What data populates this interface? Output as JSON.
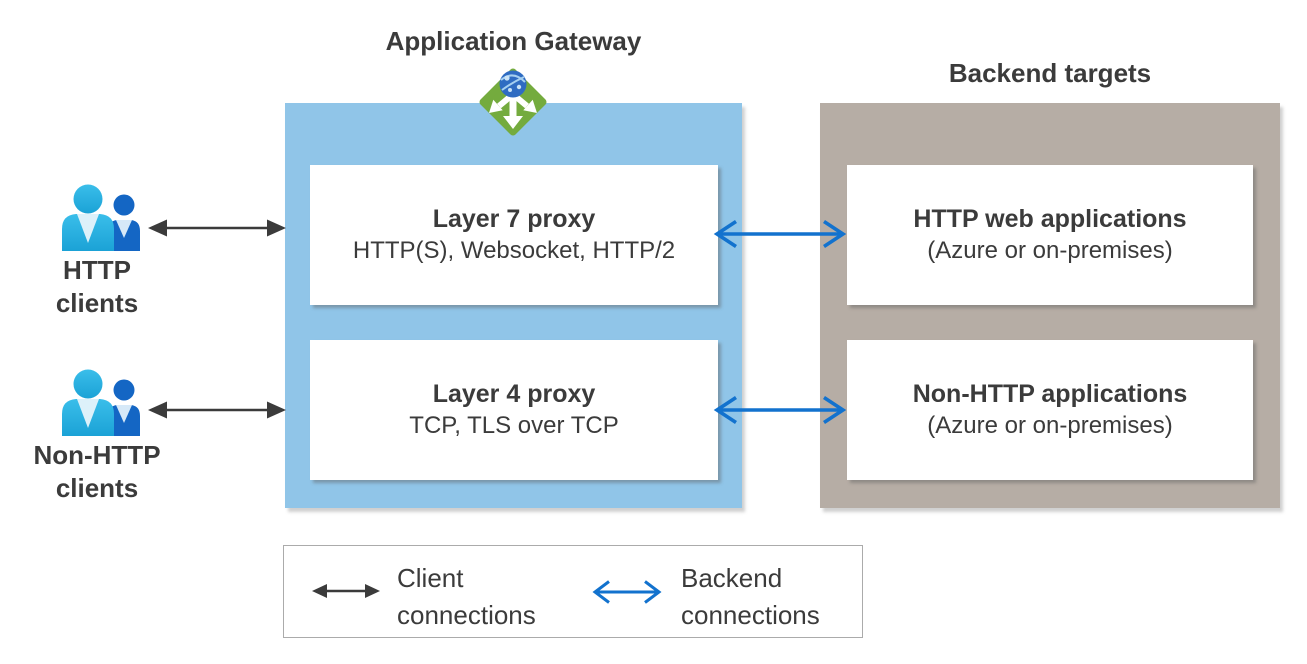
{
  "app_gateway": {
    "title": "Application Gateway",
    "icon": "application-gateway-icon",
    "container_color": "#90C5E8",
    "boxes": [
      {
        "title": "Layer 7 proxy",
        "subtitle": "HTTP(S), Websocket, HTTP/2"
      },
      {
        "title": "Layer 4 proxy",
        "subtitle": "TCP, TLS over TCP"
      }
    ]
  },
  "backend_targets": {
    "title": "Backend targets",
    "container_color": "#B6ADA5",
    "boxes": [
      {
        "title": "HTTP web applications",
        "subtitle": "(Azure or on-premises)"
      },
      {
        "title": "Non-HTTP applications",
        "subtitle": "(Azure or on-premises)"
      }
    ]
  },
  "clients": [
    {
      "label": "HTTP\nclients",
      "icon": "users-icon"
    },
    {
      "label": "Non-HTTP\nclients",
      "icon": "users-icon"
    }
  ],
  "legend": [
    {
      "label": "Client\nconnections",
      "arrow_style": "double-arrow-solid",
      "color": "#3B3B3B"
    },
    {
      "label": "Backend\nconnections",
      "arrow_style": "double-arrow-chevron",
      "color": "#1272CE"
    }
  ],
  "colors": {
    "text-dark": "#3B3B3B",
    "appgw-blue": "#90C5E8",
    "backend-gray": "#B6ADA5",
    "client-arrow": "#3B3B3B",
    "backend-arrow": "#1272CE",
    "icon-green": "#74AB3E",
    "icon-globe-blue": "#2F6CC2",
    "person-front-top": "#3ABEEA",
    "person-front-bottom": "#1BA2D6",
    "person-back": "#1466C4"
  }
}
